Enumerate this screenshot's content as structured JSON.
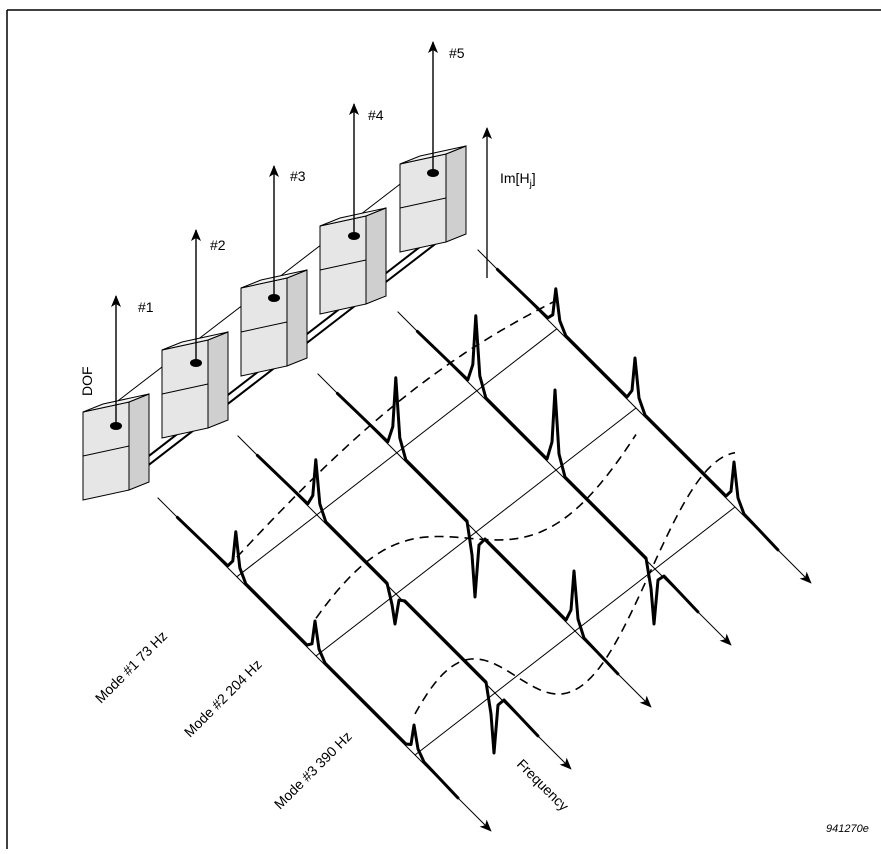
{
  "figure": {
    "dof_axis_label": "DOF",
    "response_axis_label": "Im[H",
    "response_axis_subscript": "j",
    "response_axis_close": "]",
    "frequency_label": "Frequency",
    "figure_id": "941270e",
    "dof_labels": [
      "#1",
      "#2",
      "#3",
      "#4",
      "#5"
    ],
    "modes": [
      {
        "label": "Mode #1  73 Hz"
      },
      {
        "label": "Mode #2  204 Hz"
      },
      {
        "label": "Mode #3  390 Hz"
      }
    ]
  }
}
